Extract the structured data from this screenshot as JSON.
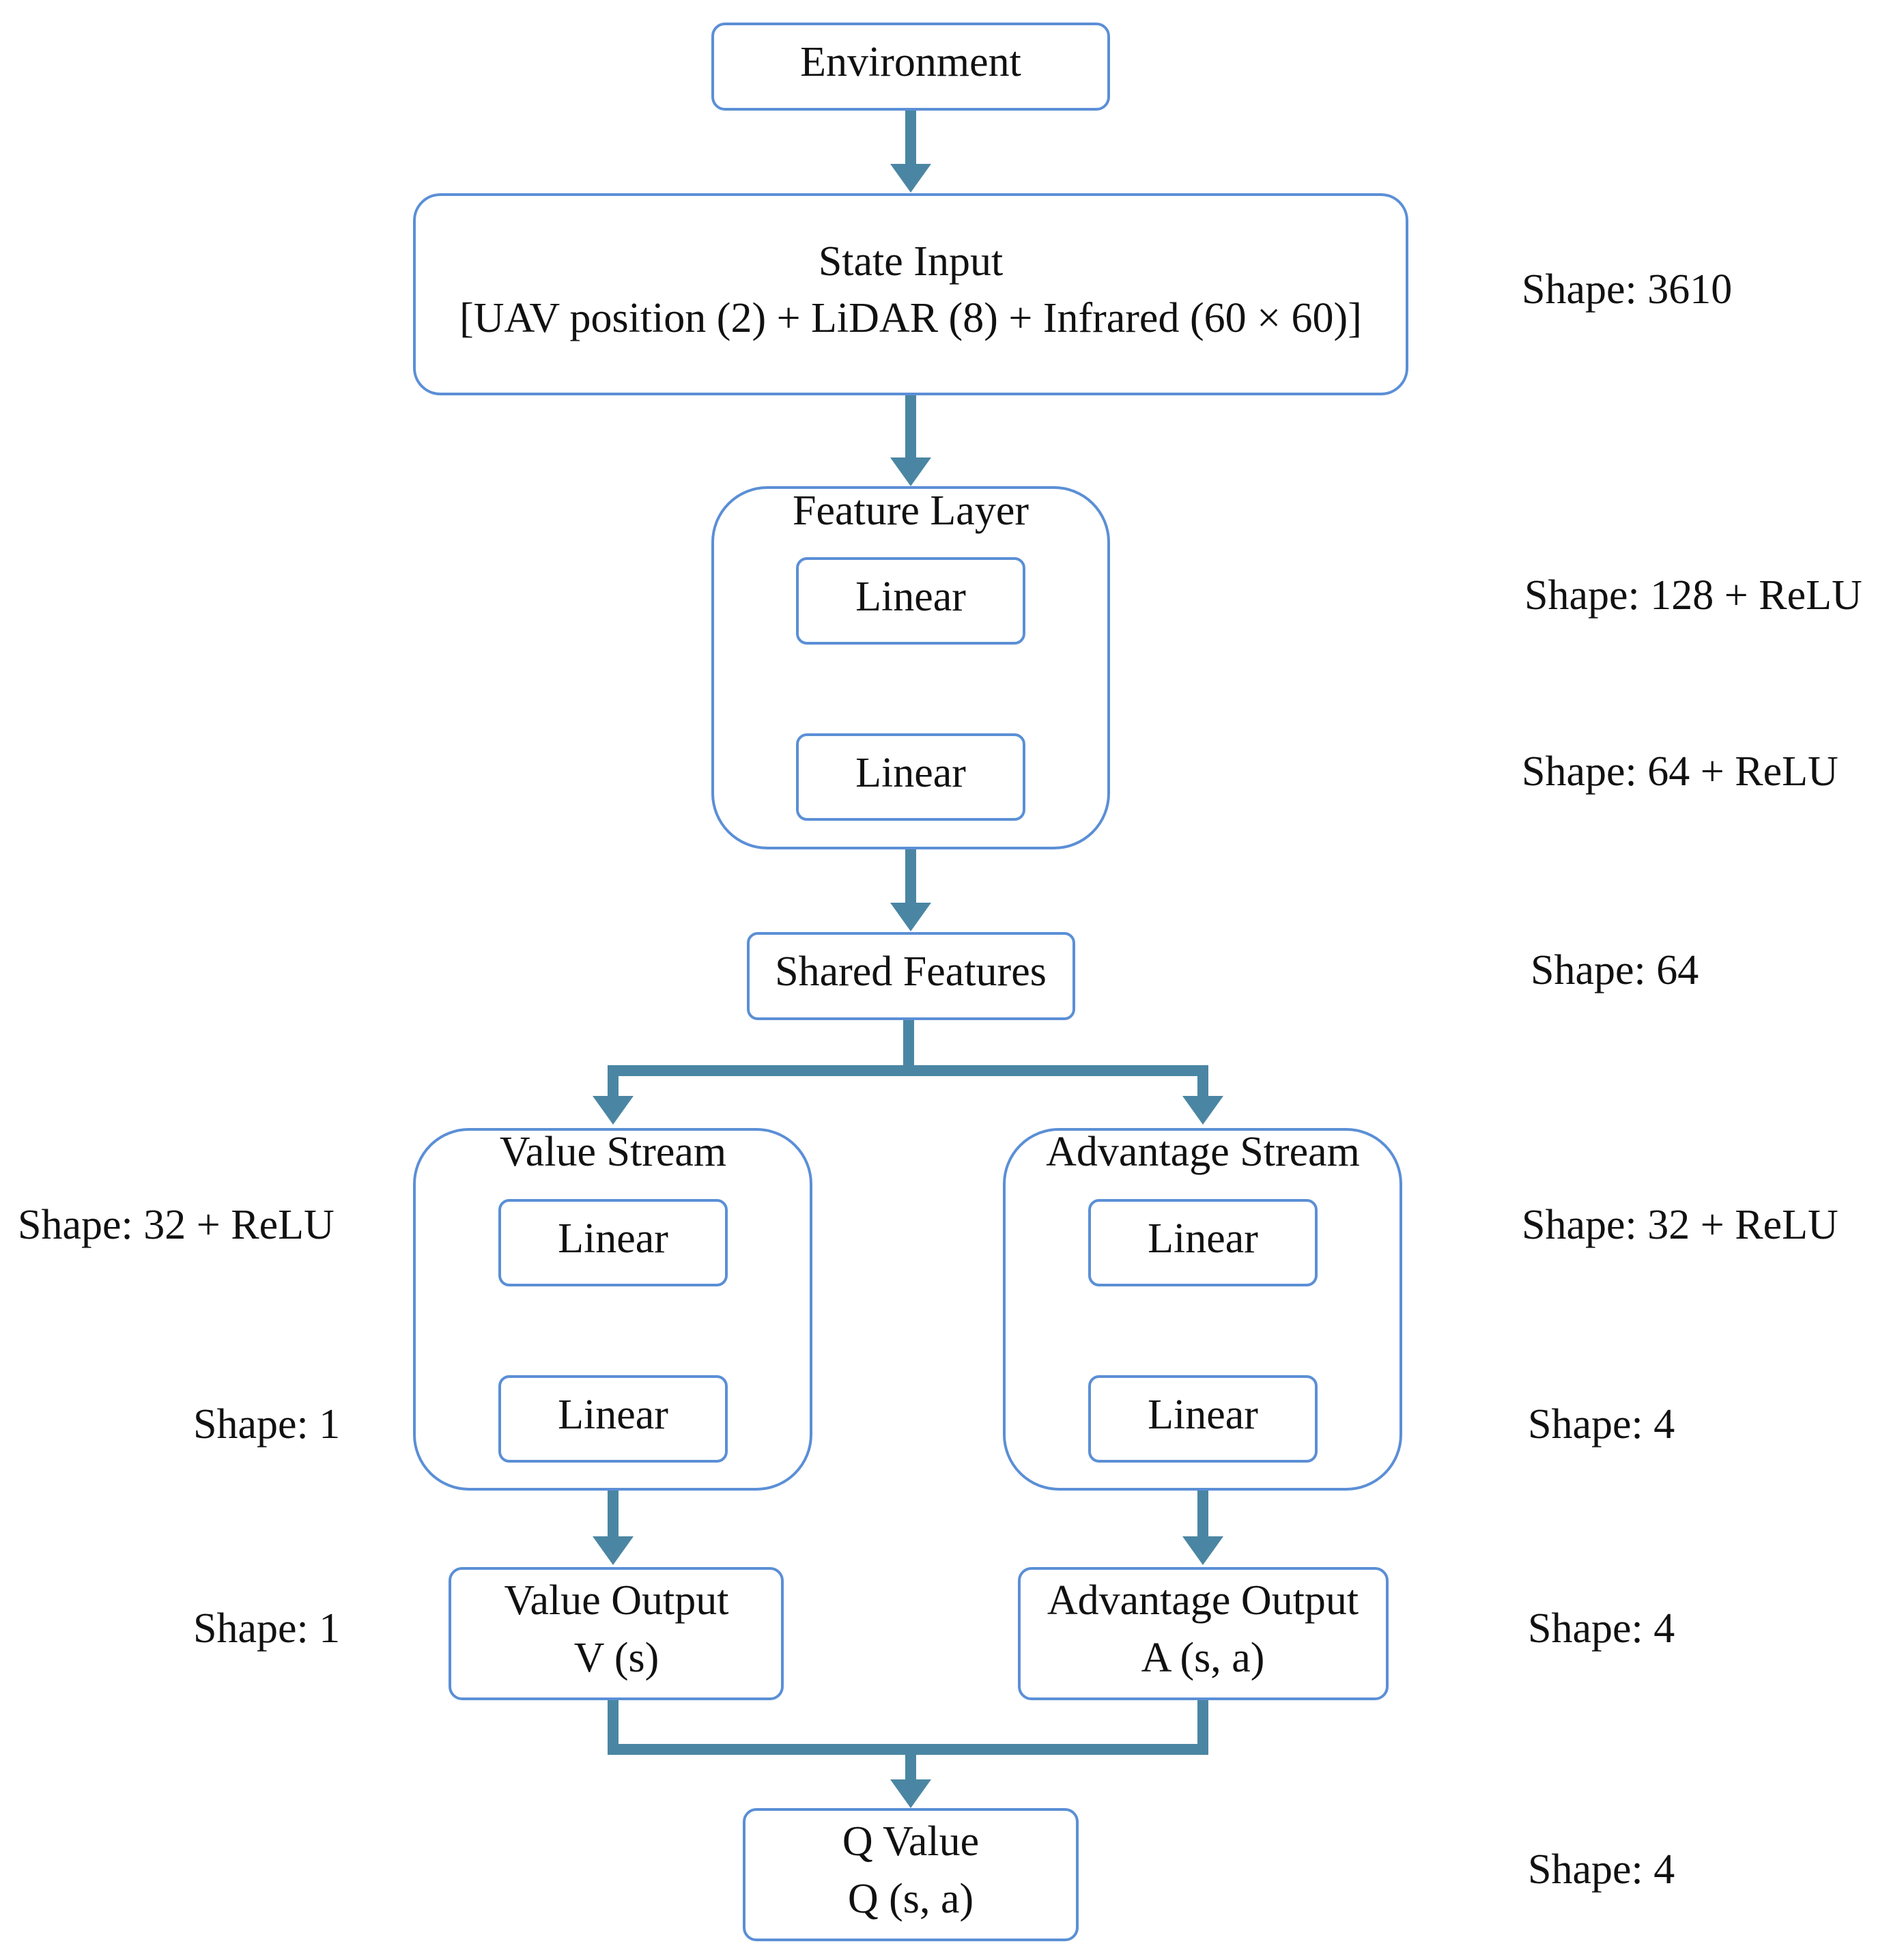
{
  "nodes": {
    "environment": {
      "label": "Environment"
    },
    "state_input": {
      "title": "State Input",
      "detail": "[UAV position (2) + LiDAR (8) + Infrared (60 × 60)]"
    },
    "feature_layer": {
      "title": "Feature Layer",
      "linear1": "Linear",
      "linear2": "Linear"
    },
    "shared_features": {
      "label": "Shared Features"
    },
    "value_stream": {
      "title": "Value Stream",
      "linear1": "Linear",
      "linear2": "Linear"
    },
    "advantage_stream": {
      "title": "Advantage Stream",
      "linear1": "Linear",
      "linear2": "Linear"
    },
    "value_output": {
      "title": "Value Output",
      "formula": "V (s)"
    },
    "advantage_output": {
      "title": "Advantage Output",
      "formula": "A (s, a)"
    },
    "q_value": {
      "title": "Q Value",
      "formula": "Q (s, a)"
    }
  },
  "shapes": {
    "state_input": "Shape: 3610",
    "feature_linear1": "Shape: 128 + ReLU",
    "feature_linear2": "Shape: 64 + ReLU",
    "shared_features": "Shape: 64",
    "value_linear1": "Shape: 32 + ReLU",
    "value_linear2": "Shape: 1",
    "advantage_linear1": "Shape: 32 + ReLU",
    "advantage_linear2": "Shape: 4",
    "value_output": "Shape: 1",
    "advantage_output": "Shape: 4",
    "q_value": "Shape: 4"
  },
  "colors": {
    "box_border": "#5b8fd6",
    "arrow": "#4a86a3",
    "text": "#111111"
  }
}
